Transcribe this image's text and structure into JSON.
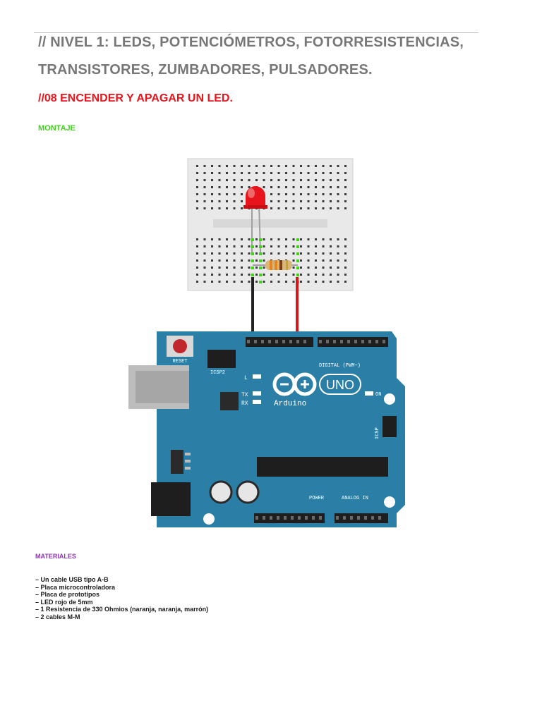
{
  "heading": {
    "line1": "//  NIVEL 1: LEDS, POTENCIÓMETROS, FOTORRESISTENCIAS,",
    "line2": "TRANSISTORES, ZUMBADORES, PULSADORES."
  },
  "subtitle": "//08 ENCENDER Y APAGAR UN LED.",
  "montaje_label": "MONTAJE",
  "diagram": {
    "board": {
      "logo_text": "UNO",
      "brand": "Arduino",
      "reset_label": "RESET",
      "icsp2_label": "ICSP2",
      "icsp_label": "ICSP",
      "on_label": "ON",
      "l_label": "L",
      "tx_label": "TX",
      "rx_label": "RX",
      "digital_label": "DIGITAL (PWM~)",
      "power_label": "POWER",
      "analog_label": "ANALOG IN"
    },
    "colors": {
      "board": "#2b7fa6",
      "led": "#e8141b",
      "wire_black": "#222222",
      "wire_red": "#d21a1a",
      "breadboard": "#e9e9e9",
      "highlight": "#3fd41a"
    }
  },
  "materiales": {
    "title": "MATERIALES",
    "items": [
      "– Un cable USB tipo A-B",
      "– Placa microcontroladora",
      "– Placa de prototipos",
      "– LED rojo de 5mm",
      "– 1 Resistencia de 330 Ohmios (naranja, naranja, marrón)",
      "– 2 cables M-M"
    ]
  }
}
